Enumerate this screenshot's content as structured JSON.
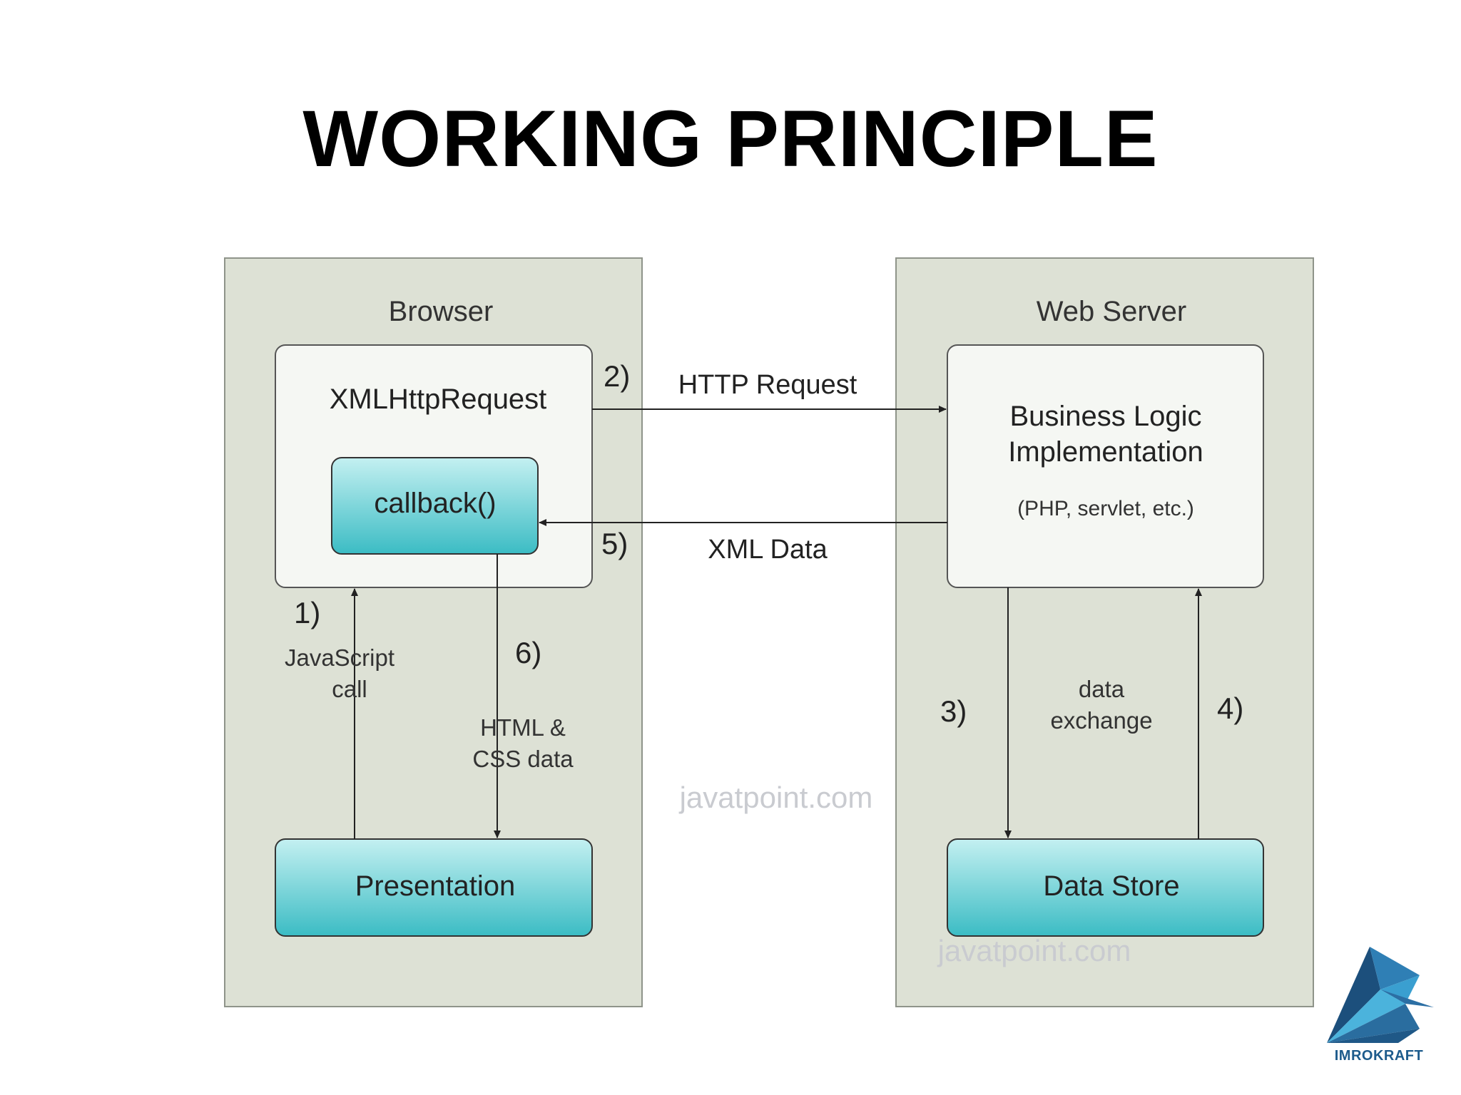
{
  "title": "WORKING PRINCIPLE",
  "browser": {
    "label": "Browser",
    "xhr_label": "XMLHttpRequest",
    "callback_label": "callback()",
    "presentation_label": "Presentation"
  },
  "server": {
    "label": "Web Server",
    "logic_line1": "Business Logic",
    "logic_line2": "Implementation",
    "logic_line3": "(PHP, servlet, etc.)",
    "store_label": "Data Store"
  },
  "steps": {
    "s1": "1)",
    "s1_line1": "JavaScript",
    "s1_line2": "call",
    "s2": "2)",
    "s2_label": "HTTP Request",
    "s3": "3)",
    "s4": "4)",
    "exchange_line1": "data",
    "exchange_line2": "exchange",
    "s5": "5)",
    "s5_label": "XML Data",
    "s6": "6)",
    "s6_line1": "HTML &",
    "s6_line2": "CSS data"
  },
  "watermarks": {
    "w1": "javatpoint.com",
    "w2": "javatpoint.com"
  },
  "logo": {
    "text": "IMROKRAFT"
  },
  "colors": {
    "panel_bg": "#dde1d5",
    "panel_border": "#8f948a",
    "inner_box_bg": "#f5f7f3",
    "teal_top": "#b9ecee",
    "teal_bottom": "#3fbfc6",
    "logo_blue": "#1d5b8c"
  }
}
